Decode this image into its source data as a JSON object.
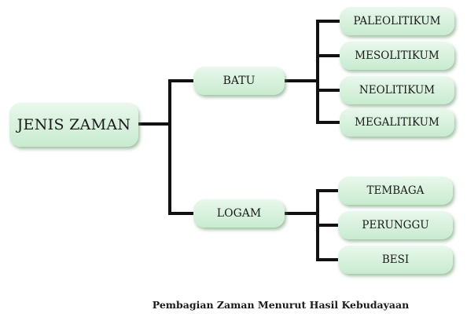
{
  "root": {
    "label": "JENIS ZAMAN"
  },
  "branches": [
    {
      "label": "BATU",
      "children": [
        "PALEOLITIKUM",
        "MESOLITIKUM",
        "NEOLITIKUM",
        "MEGALITIKUM"
      ]
    },
    {
      "label": "LOGAM",
      "children": [
        "TEMBAGA",
        "PERUNGGU",
        "BESI"
      ]
    }
  ],
  "caption": "Pembagian Zaman Menurut Hasil Kebudayaan",
  "colors": {
    "node_fill_top": "#e9f8ec",
    "node_fill_bottom": "#c8ebd0",
    "connector": "#111111"
  }
}
